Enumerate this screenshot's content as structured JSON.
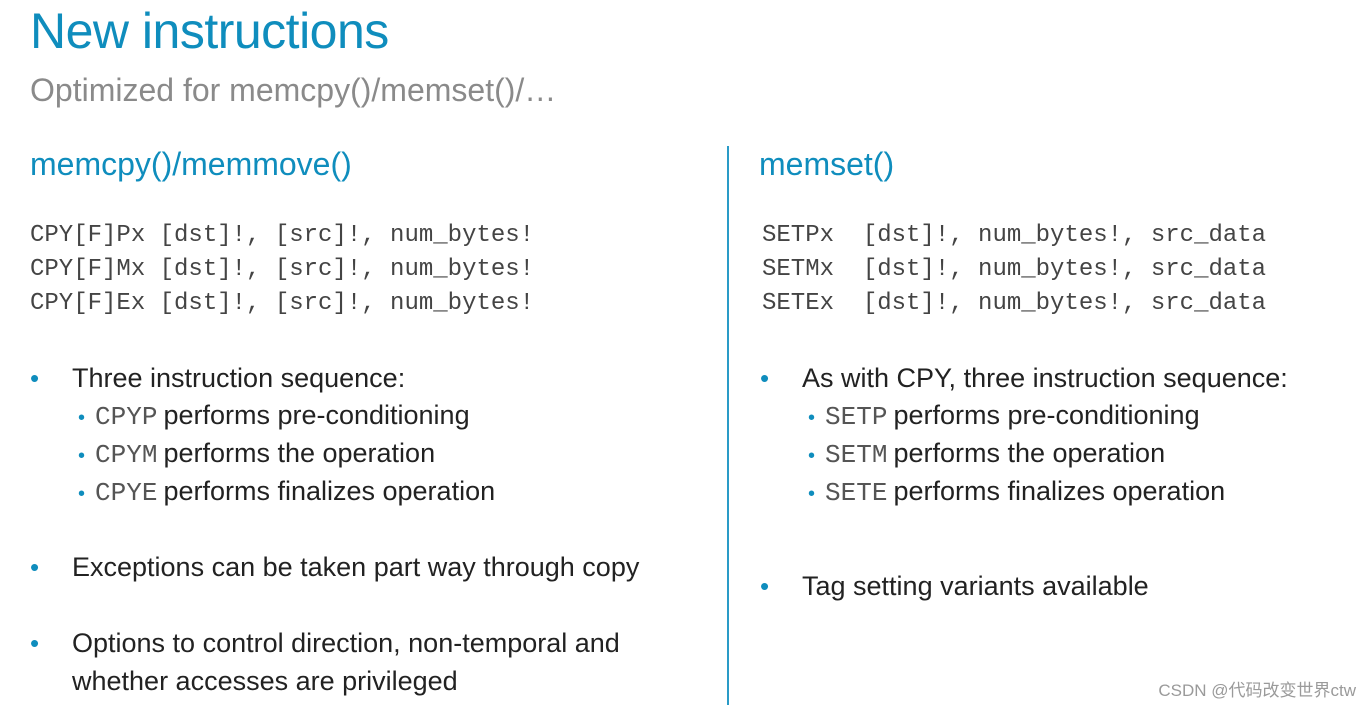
{
  "title": "New instructions",
  "subtitle": "Optimized for memcpy()/memset()/…",
  "left": {
    "heading": "memcpy()/memmove()",
    "code": [
      "CPY[F]Px [dst]!, [src]!, num_bytes!",
      "CPY[F]Mx [dst]!, [src]!, num_bytes!",
      "CPY[F]Ex [dst]!, [src]!, num_bytes!"
    ],
    "bullet1": "Three instruction sequence:",
    "sub": [
      {
        "code": "CPYP",
        "text": "performs pre-conditioning"
      },
      {
        "code": "CPYM",
        "text": "performs the operation"
      },
      {
        "code": "CPYE",
        "text": "performs finalizes operation"
      }
    ],
    "bullet2": "Exceptions can be taken part way through copy",
    "bullet3_line1": "Options to control direction, non-temporal and",
    "bullet3_line2": "whether accesses are privileged"
  },
  "right": {
    "heading": "memset()",
    "code": [
      "SETPx  [dst]!, num_bytes!, src_data",
      "SETMx  [dst]!, num_bytes!, src_data",
      "SETEx  [dst]!, num_bytes!, src_data"
    ],
    "bullet1": "As with CPY, three instruction sequence:",
    "sub": [
      {
        "code": "SETP",
        "text": "performs pre-conditioning"
      },
      {
        "code": "SETM",
        "text": "performs the operation"
      },
      {
        "code": "SETE",
        "text": "performs finalizes operation"
      }
    ],
    "bullet2": "Tag setting variants available"
  },
  "bullet_glyph": "•",
  "sub_bullet_glyph": "•",
  "watermark": "CSDN @代码改变世界ctw",
  "colors": {
    "accent": "#0f8dbd",
    "subtitle": "#8a8a8a",
    "text": "#222222",
    "divider": "#2a9bc7"
  }
}
